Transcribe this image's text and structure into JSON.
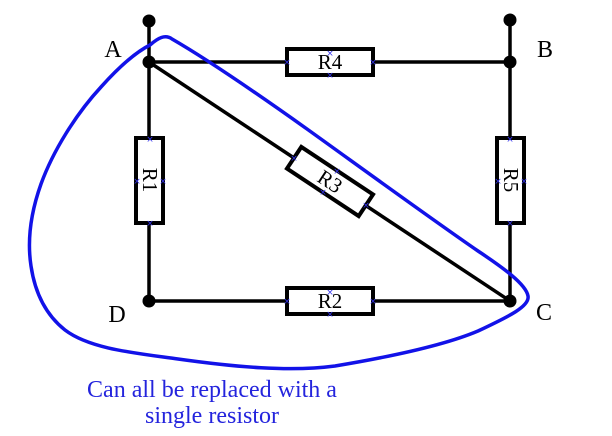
{
  "diagram": {
    "title": "resistor-network-equivalence",
    "nodes": {
      "a": "A",
      "b": "B",
      "c": "C",
      "d": "D"
    },
    "resistors": {
      "r1": "R1",
      "r2": "R2",
      "r3": "R3",
      "r4": "R4",
      "r5": "R5"
    },
    "caption": {
      "line1": "Can all be replaced with a",
      "line2": "single resistor"
    },
    "colors": {
      "ink": "#000000",
      "highlight_loop": "#1212e8",
      "caption_text": "#2424dd",
      "anchor_mark": "#3333ee",
      "resistor_fill": "#ffffff"
    },
    "handle_glyph": "×"
  }
}
